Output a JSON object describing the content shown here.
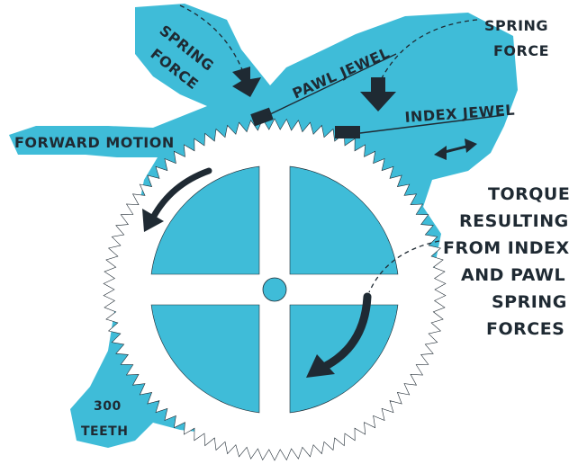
{
  "colors": {
    "cyan": "#3fbcd8",
    "ink": "#1f2a33",
    "gear": "#ffffff"
  },
  "gear": {
    "teeth_count": 300
  },
  "labels": {
    "spring_force_left_1": "SPRING",
    "spring_force_left_2": "FORCE",
    "spring_force_right_1": "SPRING",
    "spring_force_right_2": "FORCE",
    "pawl_jewel": "PAWL JEWEL",
    "index_jewel": "INDEX JEWEL",
    "forward_motion": "FORWARD MOTION",
    "torque_1": "TORQUE",
    "torque_2": "RESULTING",
    "torque_3": "FROM INDEX",
    "torque_4": "AND PAWL",
    "torque_5": "SPRING",
    "torque_6": "FORCES",
    "teeth_1": "300",
    "teeth_2": "TEETH"
  },
  "icons": {
    "spring_force_arrow": "down-arrow-icon",
    "index_motion_arrow": "double-arrow-icon",
    "rotation_arrow": "curved-arrow-icon"
  }
}
